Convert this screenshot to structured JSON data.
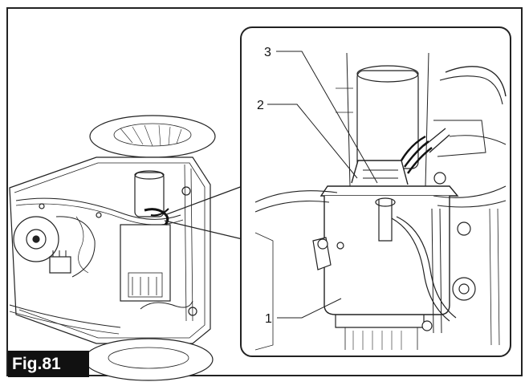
{
  "figure": {
    "label": "Fig.81",
    "callouts": [
      "1",
      "2",
      "3"
    ]
  }
}
